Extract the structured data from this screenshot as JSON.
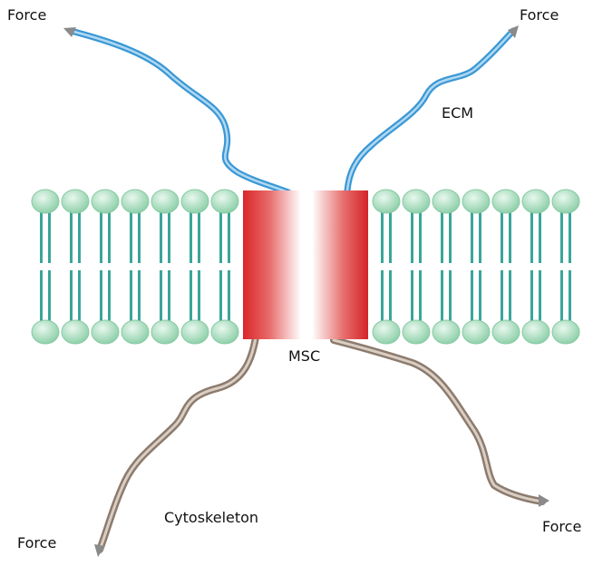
{
  "labels": {
    "force_top_left": "Force",
    "force_top_right": "Force",
    "ecm": "ECM",
    "msc": "MSC",
    "cytoskeleton": "Cytoskeleton",
    "force_bottom_left": "Force",
    "force_bottom_right": "Force"
  },
  "membrane": {
    "left_lipid_count": 7,
    "right_lipid_count": 7
  },
  "colors": {
    "lipid_head": "#a8dcbc",
    "lipid_tail": "#3aa59a",
    "channel": "#e0302f",
    "ecm_fiber": "#3d9fd8",
    "cytoskeleton_fiber": "#8d7b6d",
    "arrow_head": "#8a8a8a"
  }
}
